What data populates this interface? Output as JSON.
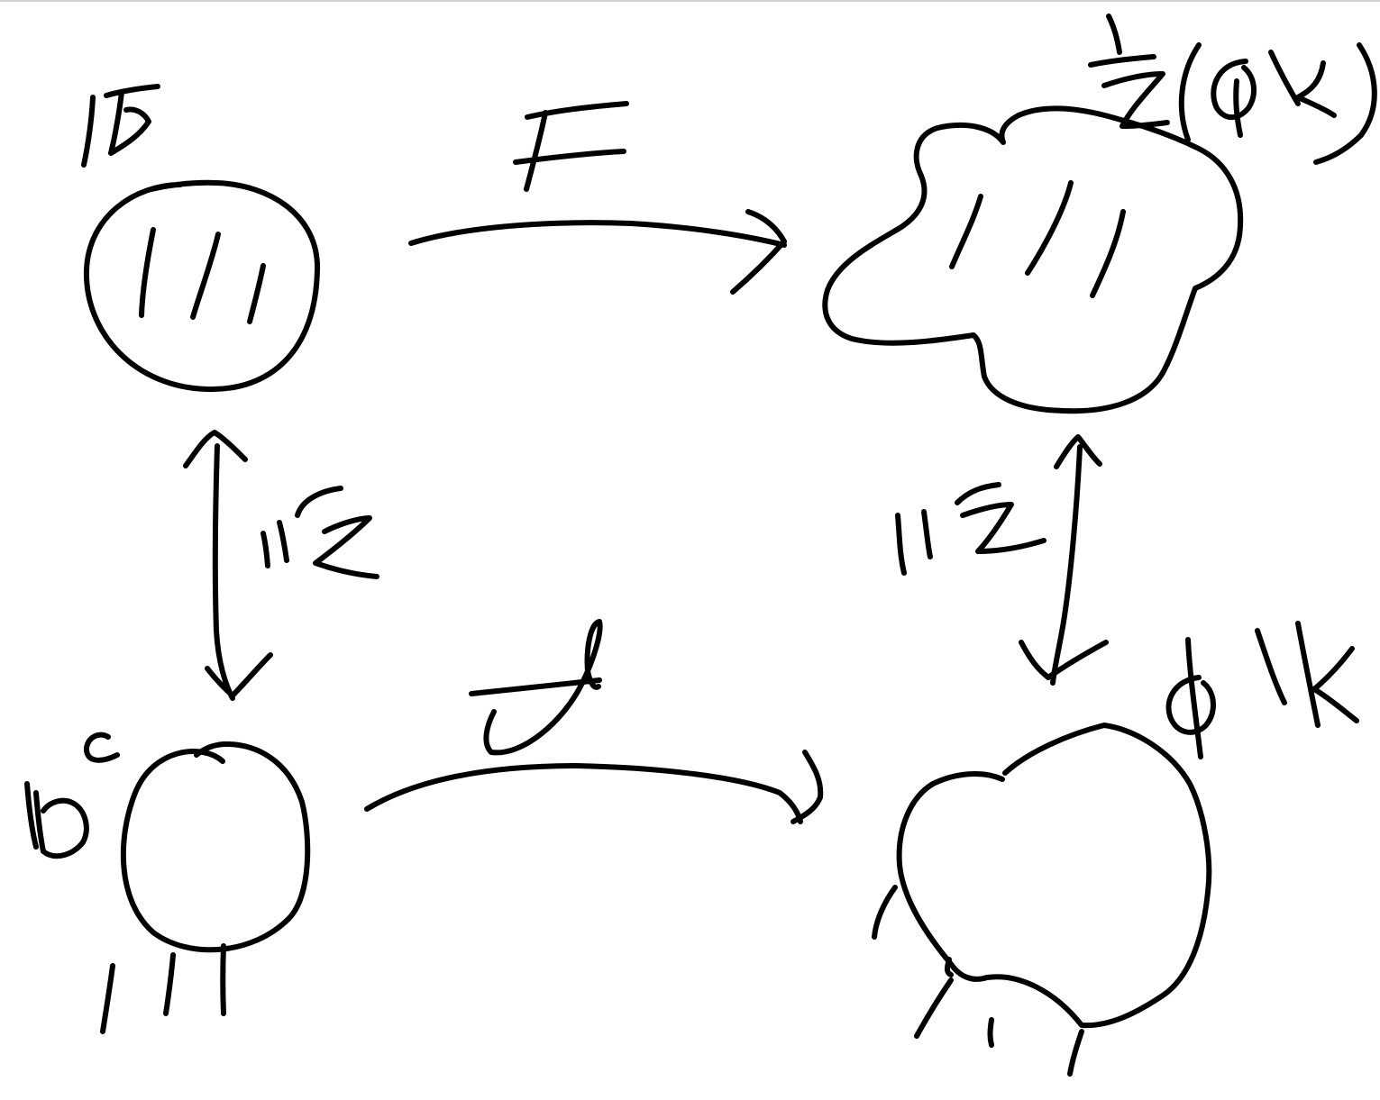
{
  "canvas": {
    "background": "#ffffff",
    "ink_color": "#000000",
    "top_border_color": "#d0d0d0"
  },
  "diagram": {
    "nodes": [
      {
        "id": "top-left",
        "shape": "circle",
        "hatched": true,
        "label": "handwritten",
        "hatch_lines": 3
      },
      {
        "id": "top-right",
        "shape": "cloud",
        "hatched": true,
        "label": "handwritten",
        "hatch_lines": 3
      },
      {
        "id": "bottom-left",
        "shape": "circle",
        "hatched": false,
        "label": "handwritten",
        "hatch_lines": 3
      },
      {
        "id": "bottom-right",
        "shape": "blob",
        "hatched": false,
        "label": "handwritten",
        "hatch_lines": 5
      }
    ],
    "edges": [
      {
        "from": "top-left",
        "to": "top-right",
        "direction": "forward",
        "label": "handwritten"
      },
      {
        "from": "bottom-left",
        "to": "bottom-right",
        "direction": "forward",
        "label": "handwritten"
      },
      {
        "from": "top-left",
        "to": "bottom-left",
        "direction": "both",
        "label": "handwritten"
      },
      {
        "from": "top-right",
        "to": "bottom-right",
        "direction": "both",
        "label": "handwritten"
      }
    ]
  }
}
